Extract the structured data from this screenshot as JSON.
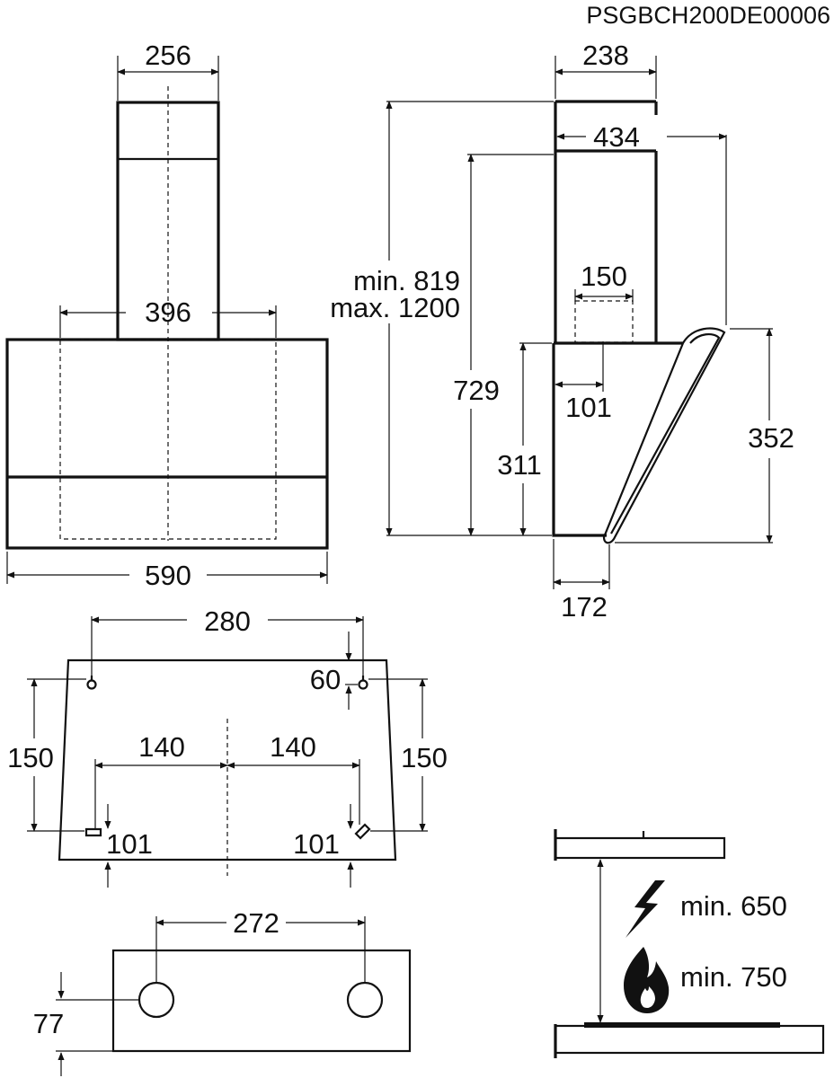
{
  "drawing_ref": "PSGBCH200DE00006",
  "front_view": {
    "chimney_width": "256",
    "inner_width": "396",
    "total_width": "590"
  },
  "side_view": {
    "chimney_depth": "238",
    "depth_wall_to_front": "434",
    "total_height_min": "min. 819",
    "total_height_max": "max. 1200",
    "height_hood_top": "729",
    "cutout_width": "150",
    "cutout_offset": "101",
    "body_height": "311",
    "front_height": "352",
    "bottom_depth": "172"
  },
  "mounting_plan": {
    "hole_spacing_top": "280",
    "top_hole_offset": "60",
    "left_vertical": "150",
    "right_vertical": "150",
    "left_half": "140",
    "right_half": "140",
    "bottom_left_offset": "101",
    "bottom_right_offset": "101"
  },
  "outlet_plan": {
    "outlet_spacing": "272",
    "outlet_height": "77"
  },
  "clearance": {
    "electric_min": "min. 650",
    "gas_min": "min. 750"
  }
}
